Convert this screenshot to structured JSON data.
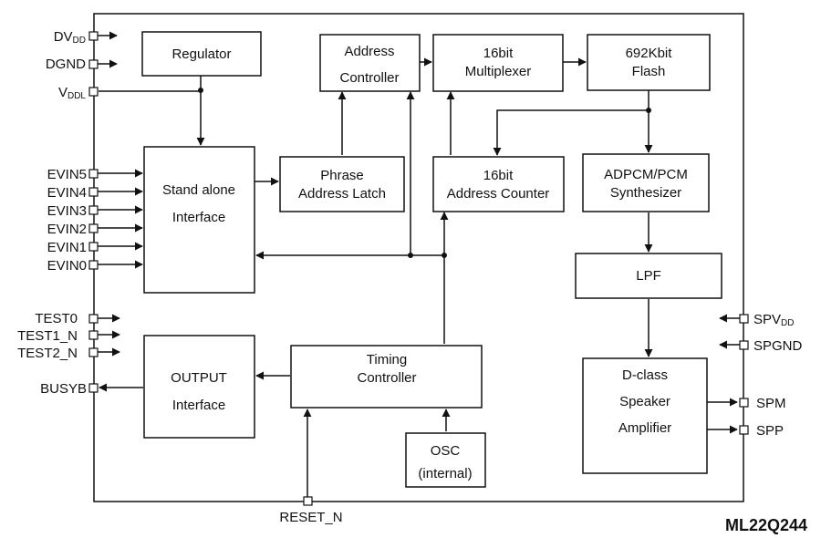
{
  "chip_name": "ML22Q244",
  "blocks": {
    "regulator": [
      "Regulator"
    ],
    "address_controller": [
      "Address",
      "Controller"
    ],
    "multiplexer": [
      "16bit",
      "Multiplexer"
    ],
    "flash": [
      "692Kbit",
      "Flash"
    ],
    "standalone_interface": [
      "Stand alone",
      "Interface"
    ],
    "phrase_latch": [
      "Phrase",
      "Address Latch"
    ],
    "address_counter": [
      "16bit",
      "Address Counter"
    ],
    "synthesizer": [
      "ADPCM/PCM",
      "Synthesizer"
    ],
    "lpf": [
      "LPF"
    ],
    "output_interface": [
      "OUTPUT",
      "Interface"
    ],
    "timing_controller": [
      "Timing",
      "Controller"
    ],
    "osc": [
      "OSC",
      "(internal)"
    ],
    "speaker_amp": [
      "D-class",
      "Speaker",
      "Amplifier"
    ]
  },
  "pins": {
    "dvdd": {
      "main": "DV",
      "sub": "DD"
    },
    "dgnd": {
      "main": "DGND"
    },
    "vddl": {
      "main": "V",
      "sub": "DDL"
    },
    "evin5": {
      "main": "EVIN5"
    },
    "evin4": {
      "main": "EVIN4"
    },
    "evin3": {
      "main": "EVIN3"
    },
    "evin2": {
      "main": "EVIN2"
    },
    "evin1": {
      "main": "EVIN1"
    },
    "evin0": {
      "main": "EVIN0"
    },
    "test0": {
      "main": "TEST0"
    },
    "test1_n": {
      "main": "TEST1_N"
    },
    "test2_n": {
      "main": "TEST2_N"
    },
    "busyb": {
      "main": "BUSYB"
    },
    "reset_n": {
      "main": "RESET_N"
    },
    "spvdd": {
      "main": "SPV",
      "sub": "DD"
    },
    "spgnd": {
      "main": "SPGND"
    },
    "spm": {
      "main": "SPM"
    },
    "spp": {
      "main": "SPP"
    }
  }
}
